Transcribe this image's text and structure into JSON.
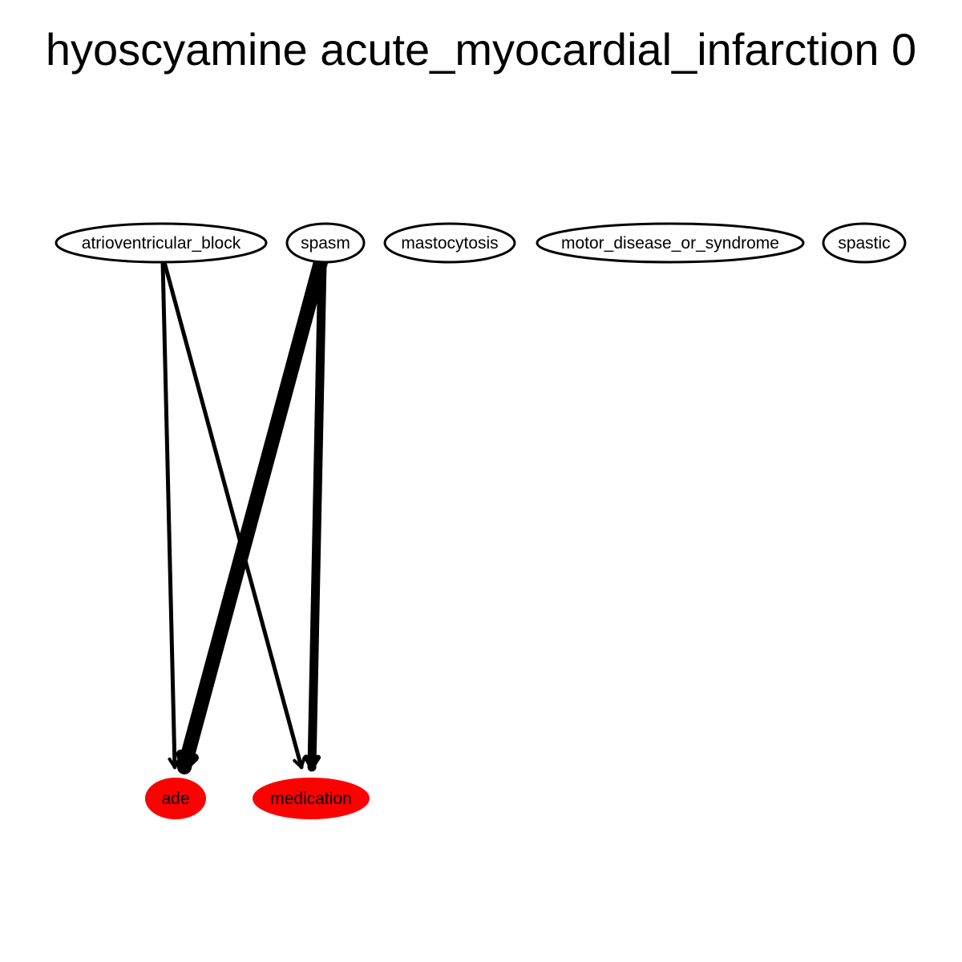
{
  "title": "hyoscyamine acute_myocardial_infarction 0",
  "colors": {
    "source_fill": "#ffffff",
    "source_stroke": "#000000",
    "target_fill": "#ff0000",
    "edge": "#000000"
  },
  "nodes": [
    {
      "id": "atrioventricular_block",
      "label": "atrioventricular_block",
      "kind": "source"
    },
    {
      "id": "spasm",
      "label": "spasm",
      "kind": "source"
    },
    {
      "id": "mastocytosis",
      "label": "mastocytosis",
      "kind": "source"
    },
    {
      "id": "motor_disease_or_syndrome",
      "label": "motor_disease_or_syndrome",
      "kind": "source"
    },
    {
      "id": "spastic",
      "label": "spastic",
      "kind": "source"
    },
    {
      "id": "ade",
      "label": "ade",
      "kind": "target"
    },
    {
      "id": "medication",
      "label": "medication",
      "kind": "target"
    }
  ],
  "edges": [
    {
      "from": "atrioventricular_block",
      "to": "ade",
      "weight": 1
    },
    {
      "from": "atrioventricular_block",
      "to": "medication",
      "weight": 1
    },
    {
      "from": "spasm",
      "to": "ade",
      "weight": 4
    },
    {
      "from": "spasm",
      "to": "medication",
      "weight": 2
    }
  ]
}
